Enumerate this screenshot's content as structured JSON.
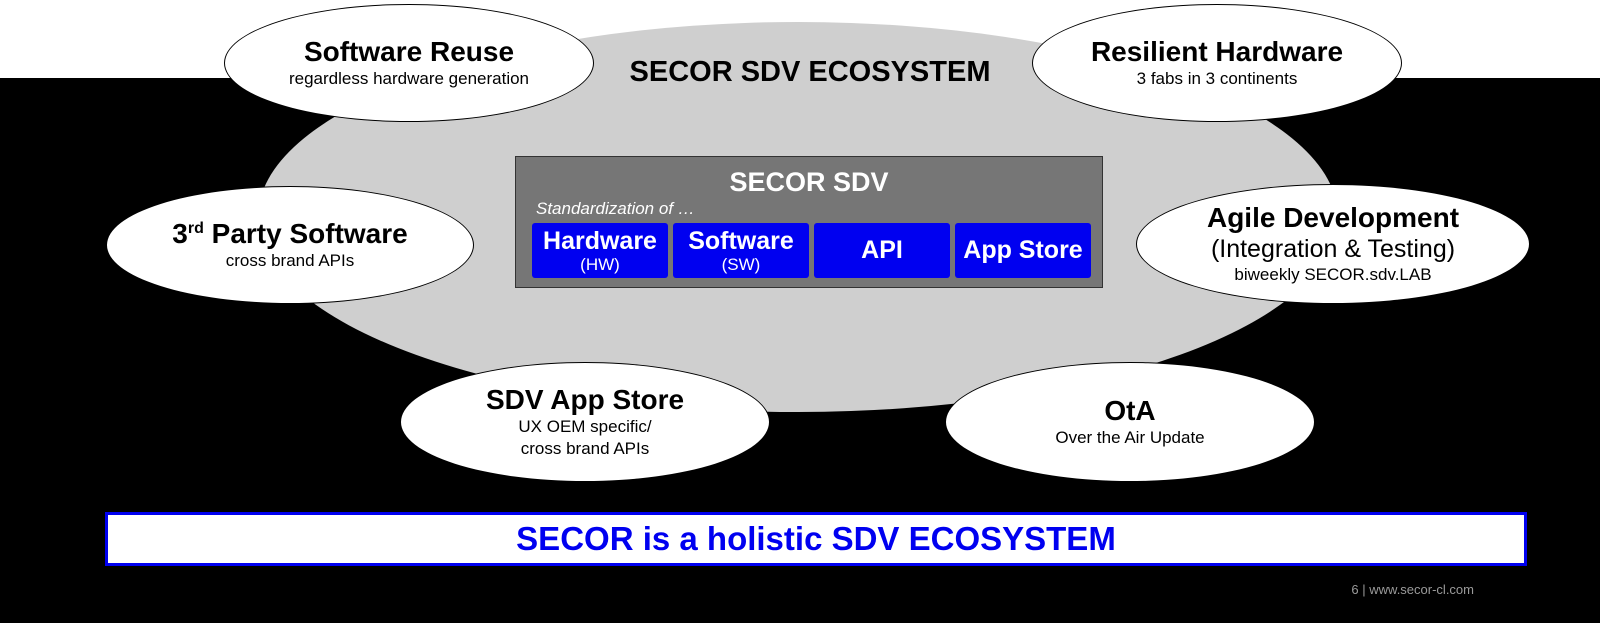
{
  "ecosystem_title": "SECOR SDV ECOSYSTEM",
  "bubbles": {
    "software_reuse": {
      "title": "Software Reuse",
      "sub": "regardless hardware generation"
    },
    "resilient_hardware": {
      "title": "Resilient Hardware",
      "sub": "3 fabs in 3 continents"
    },
    "third_party": {
      "title_base": "3",
      "title_sup": "rd",
      "title_rest": " Party Software",
      "sub": "cross brand APIs"
    },
    "agile": {
      "title": "Agile Development",
      "mid": "(Integration & Testing)",
      "sub": "biweekly SECOR.sdv.LAB"
    },
    "app_store": {
      "title": "SDV App Store",
      "sub1": "UX OEM specific/",
      "sub2": "cross brand APIs"
    },
    "ota": {
      "title": "OtA",
      "sub": "Over the Air Update"
    }
  },
  "sdv": {
    "title": "SECOR SDV",
    "standardization": "Standardization of …",
    "tiles": [
      {
        "label": "Hardware",
        "sub": "(HW)"
      },
      {
        "label": "Software",
        "sub": "(SW)"
      },
      {
        "label": "API",
        "sub": ""
      },
      {
        "label": "App Store",
        "sub": ""
      }
    ]
  },
  "banner": "SECOR is a holistic SDV ECOSYSTEM",
  "footer": "6 | www.secor-cl.com",
  "colors": {
    "accent_blue": "#0000f0",
    "ellipse_gray": "#cfcfcf",
    "box_gray": "#767676"
  }
}
